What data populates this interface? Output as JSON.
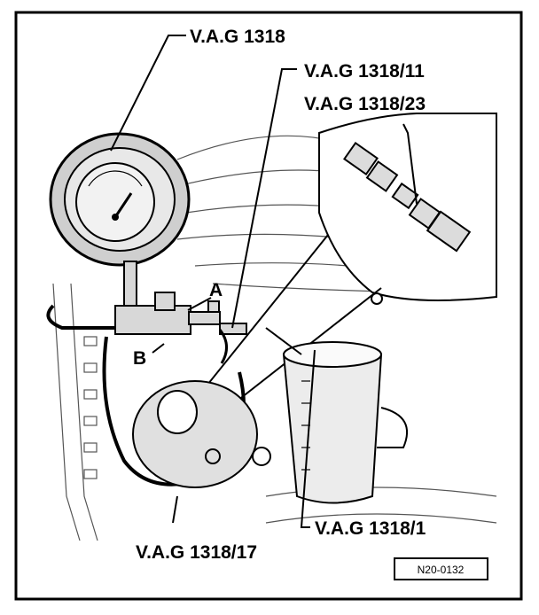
{
  "labels": {
    "gauge": "V.A.G 1318",
    "adapter_11": "V.A.G 1318/11",
    "adapter_23": "V.A.G 1318/23",
    "point_a": "A",
    "point_b": "B",
    "jug": "V.A.G 1318/1",
    "hose": "V.A.G 1318/17"
  },
  "figure_ref": "N20-0132"
}
